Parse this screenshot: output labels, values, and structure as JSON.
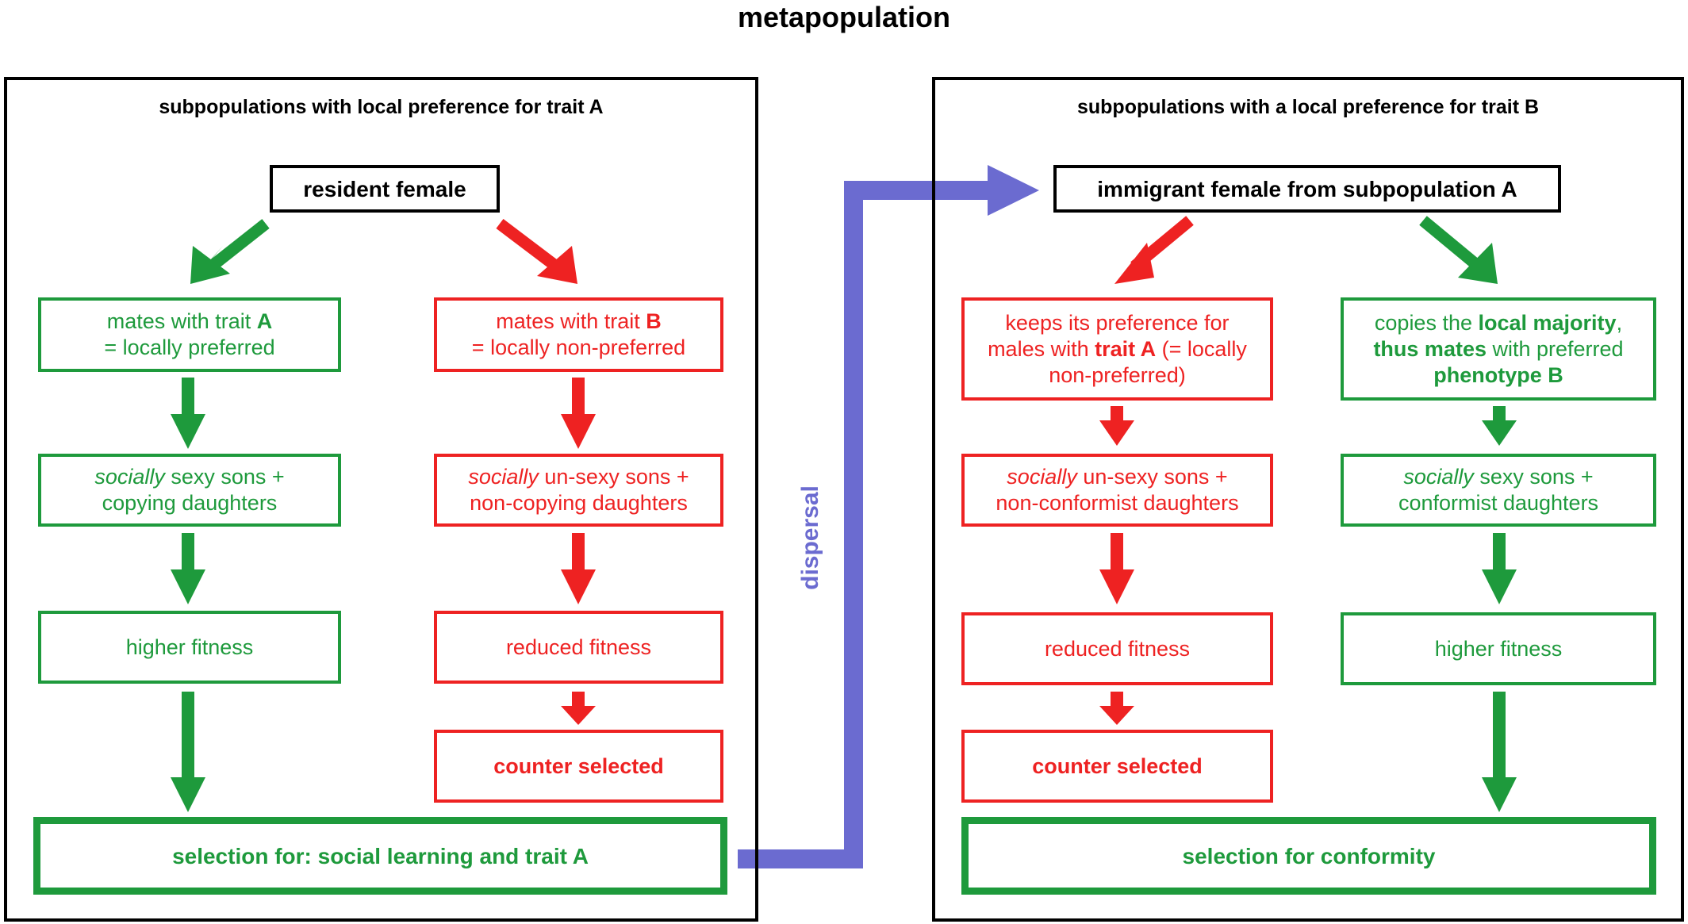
{
  "title": "metapopulation",
  "colors": {
    "green": "#1e9a3c",
    "red": "#ee2222",
    "black": "#000000",
    "dispersal": "#6b6bd0"
  },
  "panel_a": {
    "title": "subpopulations with local preference for trait A",
    "top": "resident female",
    "left": {
      "box1": {
        "pre": "mates with trait ",
        "bold": "A",
        "line2": "= locally preferred"
      },
      "box2": {
        "italic": "socially",
        "rest": " sexy sons +",
        "line2": "copying daughters"
      },
      "box3": "higher fitness"
    },
    "right": {
      "box1": {
        "pre": "mates with trait ",
        "bold": "B",
        "line2": "= locally non-preferred"
      },
      "box2": {
        "italic": "socially",
        "rest": " un-sexy sons +",
        "line2": "non-copying daughters"
      },
      "box3": "reduced fitness",
      "box4": "counter selected"
    },
    "bottom": "selection for: social learning and trait A"
  },
  "panel_b": {
    "title": "subpopulations with a local preference for trait B",
    "top": "immigrant female from subpopulation A",
    "left": {
      "box1": {
        "l1": "keeps its preference for",
        "l2_pre": "males with ",
        "l2_bold": "trait A",
        "l2_post": " (= locally",
        "l3": "non-preferred)"
      },
      "box2": {
        "italic": "socially",
        "rest": " un-sexy sons +",
        "line2": "non-conformist daughters"
      },
      "box3": "reduced fitness",
      "box4": "counter selected"
    },
    "right": {
      "box1": {
        "l1_pre": "copies the ",
        "l1_bold": "local majority",
        "l1_post": ",",
        "l2_bold": "thus mates",
        "l2_post": " with preferred",
        "l3_bold": "phenotype B"
      },
      "box2": {
        "italic": "socially",
        "rest": " sexy sons +",
        "line2": "conformist daughters"
      },
      "box3": "higher fitness"
    },
    "bottom": "selection for conformity"
  },
  "dispersal_label": "dispersal"
}
